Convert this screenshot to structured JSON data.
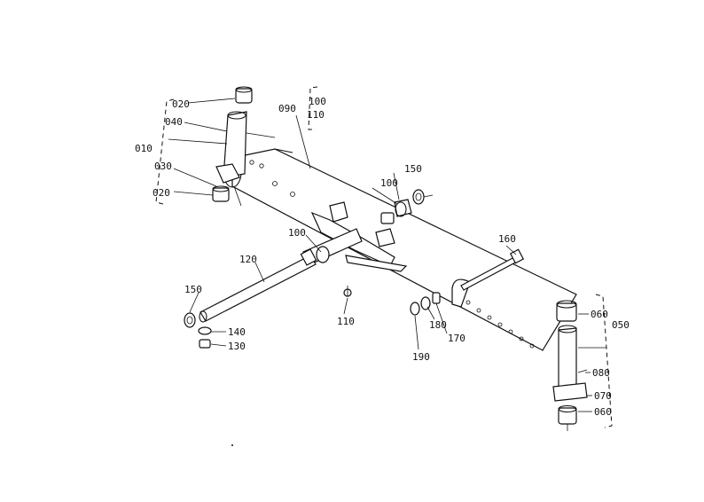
{
  "diagram": {
    "labels": {
      "l010": "010",
      "l020a": "020",
      "l020b": "020",
      "l030": "030",
      "l040": "040",
      "l050": "050",
      "l060a": "060",
      "l060b": "060",
      "l070": "070",
      "l080": "080",
      "l090": "090",
      "l100a": "100",
      "l100b": "100",
      "l100c": "100",
      "l110a": "110",
      "l110b": "110",
      "l120": "120",
      "l130": "130",
      "l140": "140",
      "l150a": "150",
      "l150b": "150",
      "l160": "160",
      "l170": "170",
      "l180": "180",
      "l190": "190"
    }
  }
}
